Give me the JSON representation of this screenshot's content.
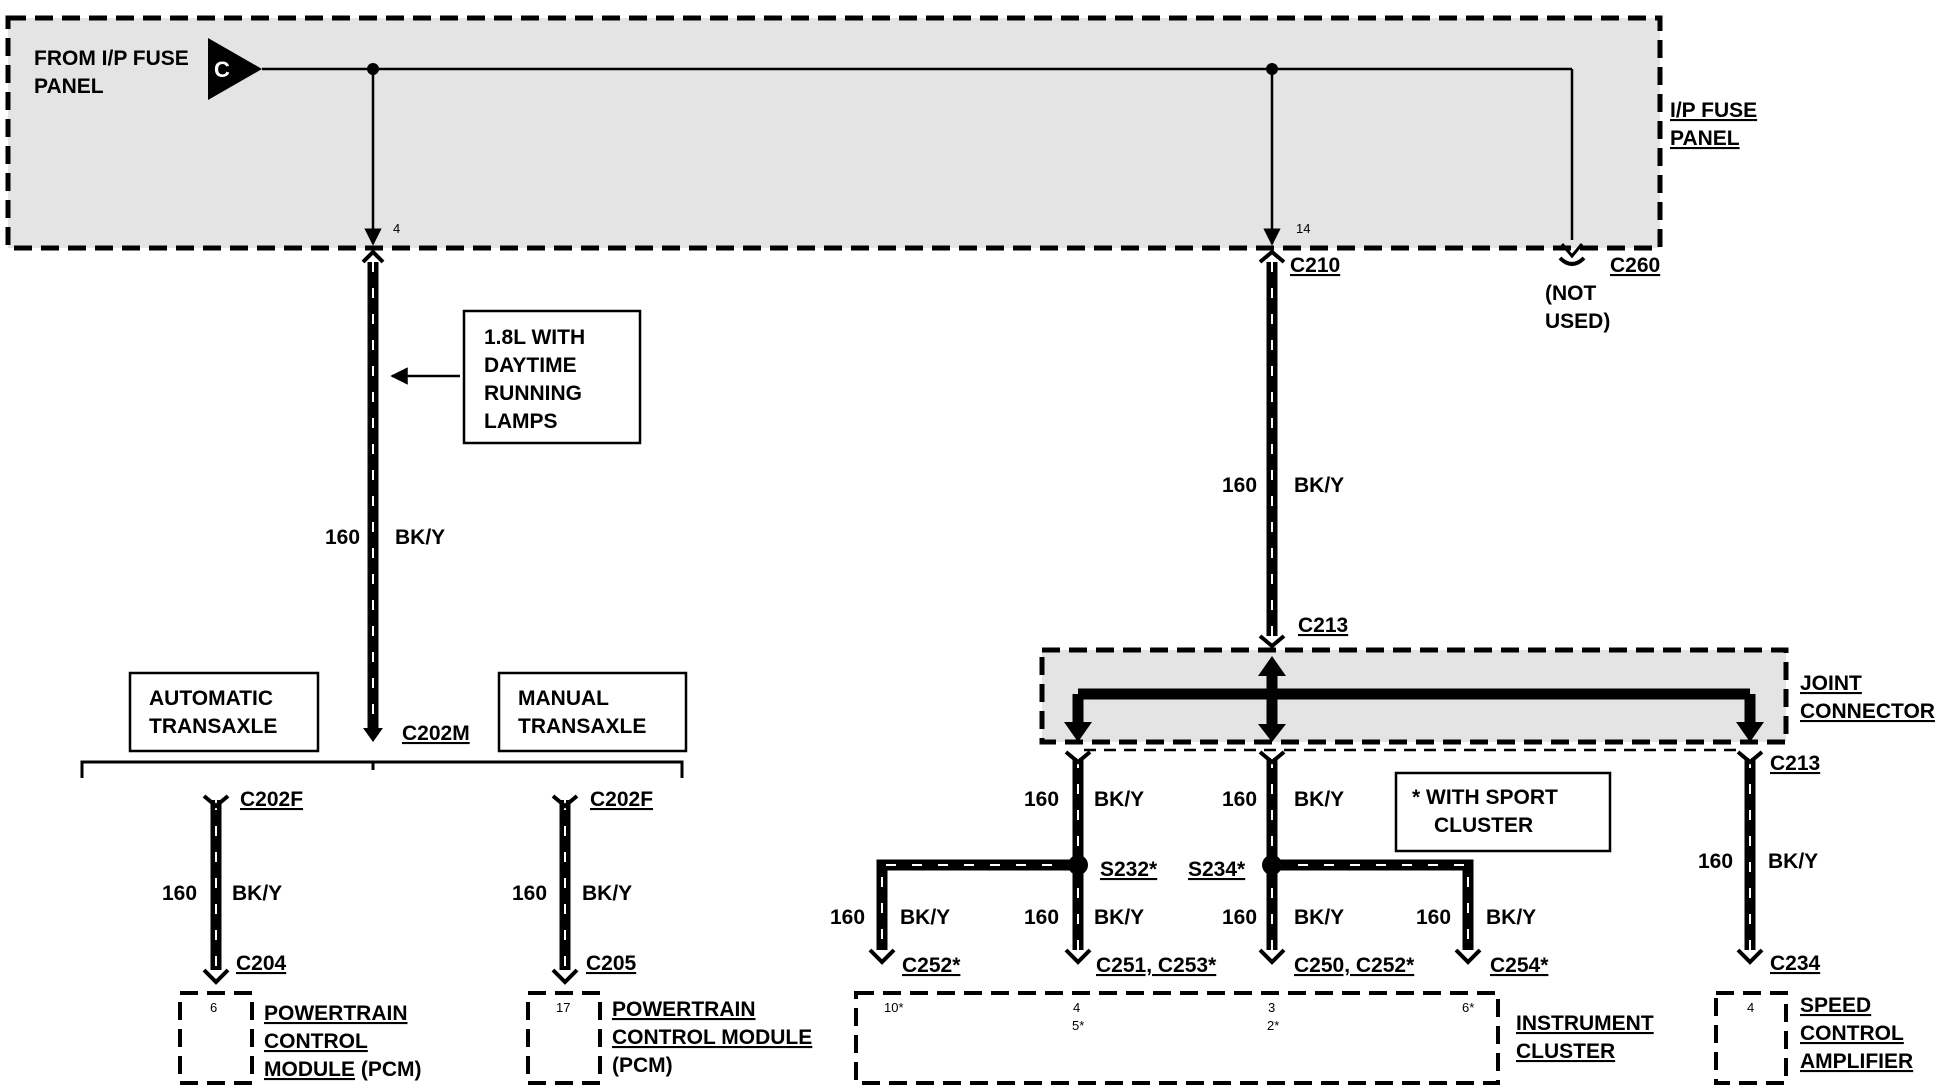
{
  "fuse_panel": {
    "source_line1": "FROM I/P FUSE",
    "source_line2": "PANEL",
    "source_tag": "C",
    "name_line1": "I/P FUSE",
    "name_line2": "PANEL",
    "pin_left": "4",
    "pin_mid": "14"
  },
  "connectors": {
    "c210": "C210",
    "c260": "C260",
    "c260_note_line1": "(NOT",
    "c260_note_line2": "USED)",
    "c202m": "C202M",
    "c202f_left": "C202F",
    "c202f_right": "C202F",
    "c204": "C204",
    "c205": "C205",
    "c213_top": "C213",
    "c213_right": "C213",
    "c234": "C234",
    "c252": "C252*",
    "c251_c253": "C251, C253*",
    "c250_c252": "C250, C252*",
    "c254": "C254*",
    "s232": "S232*",
    "s234": "S234*"
  },
  "notes": {
    "drl_line1": "1.8L WITH",
    "drl_line2": "DAYTIME",
    "drl_line3": "RUNNING",
    "drl_line4": "LAMPS",
    "auto_line1": "AUTOMATIC",
    "auto_line2": "TRANSAXLE",
    "manual_line1": "MANUAL",
    "manual_line2": "TRANSAXLE",
    "sport_line1": "* WITH SPORT",
    "sport_line2": "CLUSTER"
  },
  "wire": {
    "circuit": "160",
    "color": "BK/Y"
  },
  "joint_connector": {
    "line1": "JOINT",
    "line2": "CONNECTOR"
  },
  "components": {
    "pcm_auto_line1": "POWERTRAIN",
    "pcm_auto_line2": "CONTROL",
    "pcm_auto_line3a": "MODULE",
    "pcm_auto_line3b": " (PCM)",
    "pcm_auto_pin": "6",
    "pcm_man_line1": "POWERTRAIN",
    "pcm_man_line2": "CONTROL MODULE",
    "pcm_man_line3": "(PCM)",
    "pcm_man_pin": "17",
    "cluster_line1": "INSTRUMENT",
    "cluster_line2": "CLUSTER",
    "cluster_pin1": "10*",
    "cluster_pin2a": "4",
    "cluster_pin2b": "5*",
    "cluster_pin3a": "3",
    "cluster_pin3b": "2*",
    "cluster_pin4": "6*",
    "speed_line1": "SPEED",
    "speed_line2": "CONTROL",
    "speed_line3": "AMPLIFIER",
    "speed_pin": "4"
  }
}
